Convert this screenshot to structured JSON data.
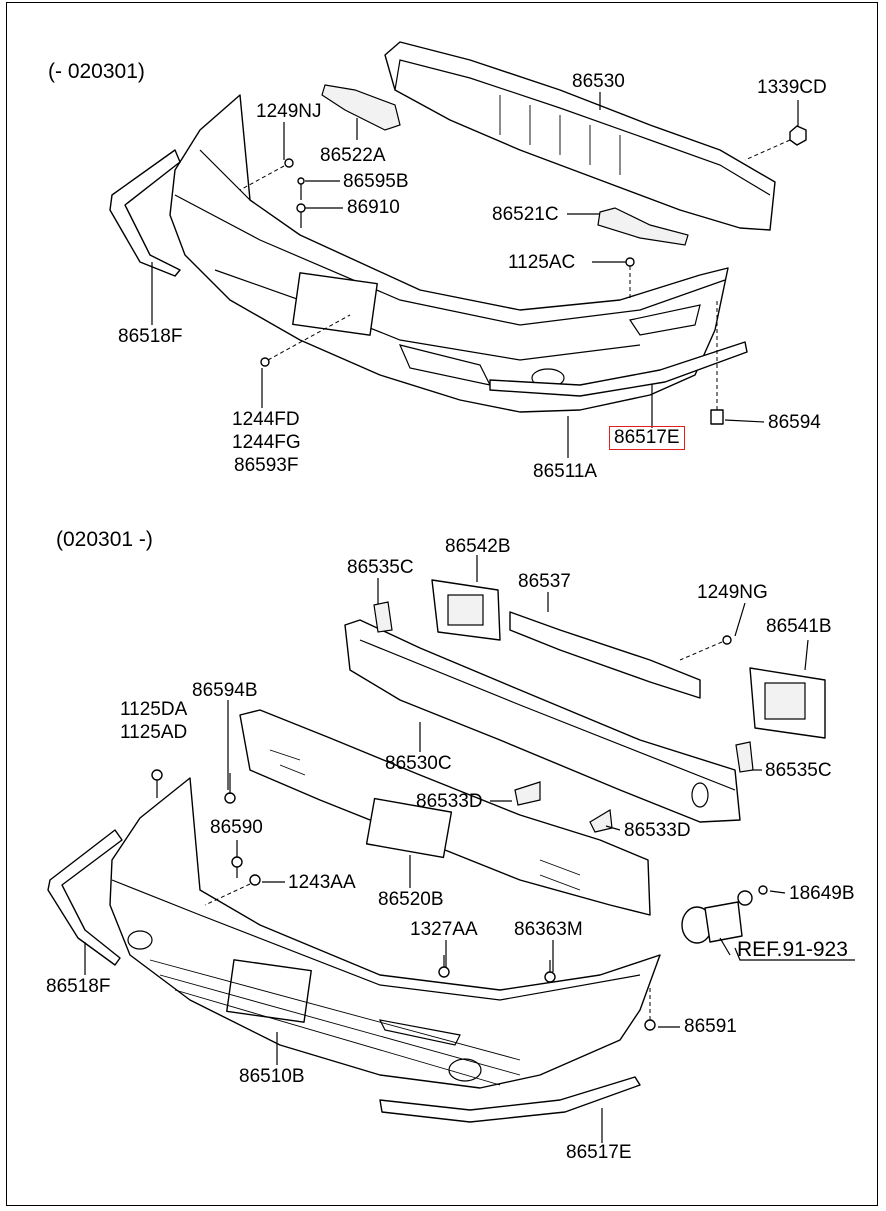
{
  "sections": [
    {
      "range": "(- 020301)"
    },
    {
      "range": "(020301 -)"
    }
  ],
  "labels": {
    "l_86530": "86530",
    "l_1339CD": "1339CD",
    "l_1249NJ": "1249NJ",
    "l_86522A": "86522A",
    "l_86595B": "86595B",
    "l_86910": "86910",
    "l_86521C": "86521C",
    "l_1125AC": "1125AC",
    "l_86518F_top": "86518F",
    "l_1244FD": "1244FD",
    "l_1244FG": "1244FG",
    "l_86593F": "86593F",
    "l_86594": "86594",
    "l_86517E_top": "86517E",
    "l_86511A": "86511A",
    "l_86542B": "86542B",
    "l_86535C_top": "86535C",
    "l_86537": "86537",
    "l_1249NG": "1249NG",
    "l_86541B": "86541B",
    "l_86594B": "86594B",
    "l_1125DA": "1125DA",
    "l_1125AD": "1125AD",
    "l_86530C": "86530C",
    "l_86535C_right": "86535C",
    "l_86533D_left": "86533D",
    "l_86533D_right": "86533D",
    "l_86590": "86590",
    "l_1243AA": "1243AA",
    "l_86520B": "86520B",
    "l_18649B": "18649B",
    "l_1327AA": "1327AA",
    "l_86363M": "86363M",
    "l_REF": "REF.91-923",
    "l_86518F_bottom": "86518F",
    "l_86591": "86591",
    "l_86510B": "86510B",
    "l_86517E_bottom": "86517E"
  },
  "highlight": {
    "part": "86517E",
    "color": "#e0201b"
  }
}
